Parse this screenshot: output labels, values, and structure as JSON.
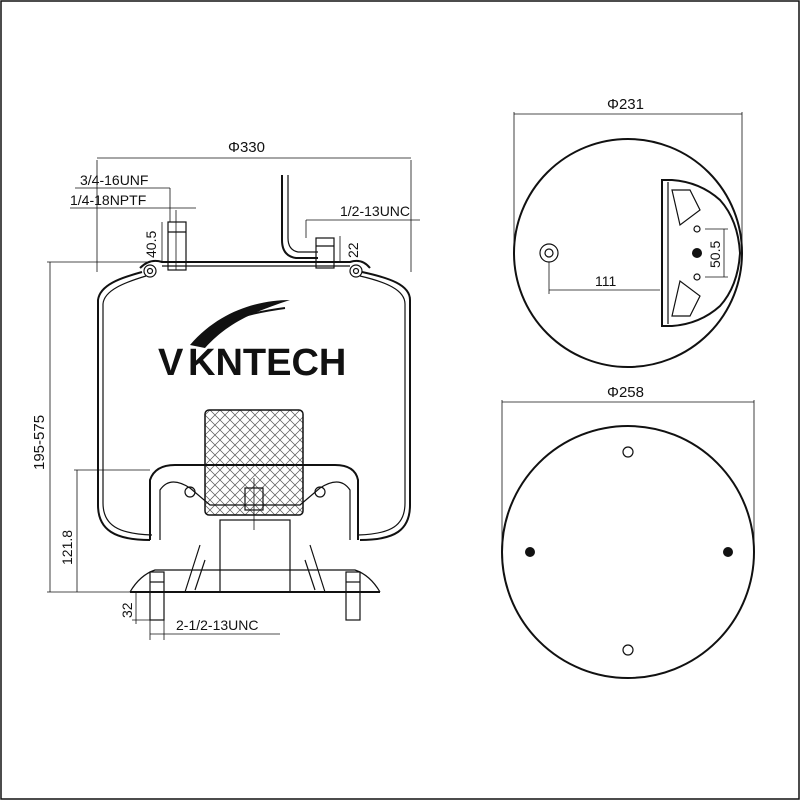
{
  "side_view": {
    "dim_width": "Φ330",
    "dim_port1": "3/4-16UNF",
    "dim_port2": "1/4-18NPTF",
    "dim_stud_top": "1/2-13UNC",
    "dim_40": "40.5",
    "dim_22": "22",
    "dim_height": "195-575",
    "dim_piston": "121.8",
    "dim_32": "32",
    "dim_stud_bottom": "2-1/2-13UNC",
    "brand": "KNTECH",
    "brand_mark": "V"
  },
  "top_plate": {
    "dim_diameter": "Φ231",
    "dim_111": "111",
    "dim_50": "50.5"
  },
  "bottom_plate": {
    "dim_diameter": "Φ258"
  },
  "colors": {
    "line": "#111111",
    "background": "#ffffff"
  }
}
